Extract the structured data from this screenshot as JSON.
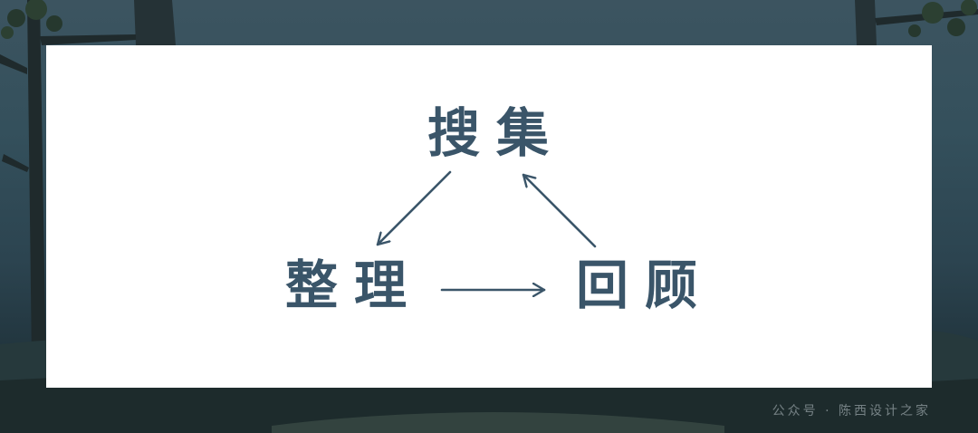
{
  "diagram": {
    "nodes": {
      "collect": "搜集",
      "organize": "整理",
      "review": "回顾"
    },
    "edges": [
      {
        "from": "搜集",
        "to": "整理"
      },
      {
        "from": "整理",
        "to": "回顾"
      },
      {
        "from": "回顾",
        "to": "搜集"
      }
    ]
  },
  "watermark": "公众号 · 陈西设计之家",
  "colors": {
    "text": "#3a5569",
    "card": "#ffffff",
    "background": "#34505c"
  }
}
